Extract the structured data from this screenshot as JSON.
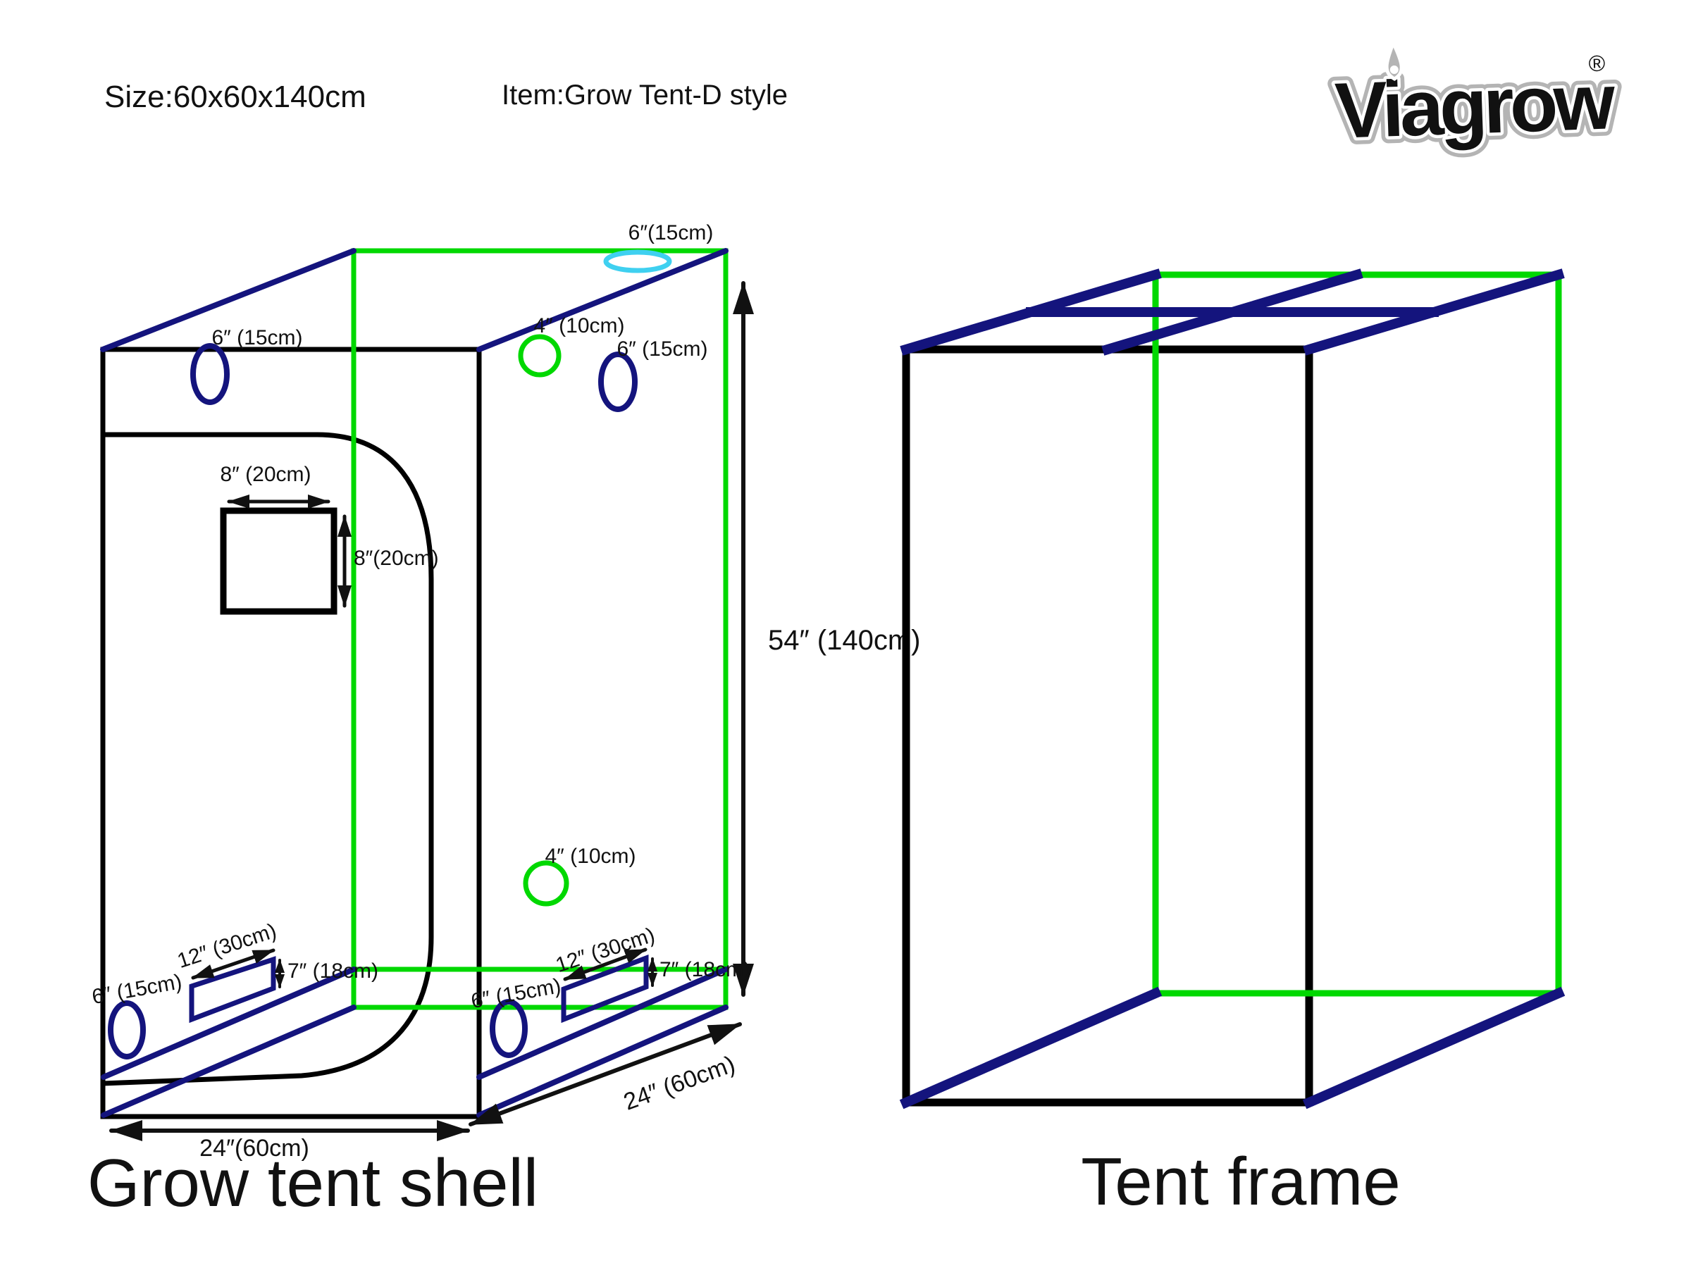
{
  "header": {
    "size_label": "Size:60x60x140cm",
    "item_label": "Item:Grow Tent-D style"
  },
  "logo": {
    "brand": "Viagrow",
    "registered_mark": "®"
  },
  "colors": {
    "background": "#ffffff",
    "outline_black": "#000000",
    "frame_green": "#00d800",
    "frame_navy": "#14147d",
    "vent_cyan": "#3fd0f0",
    "logo_gray_outline": "#b4b4b4",
    "logo_gray_fill": "#d9d9d9",
    "text_black": "#111111"
  },
  "shell": {
    "caption": "Grow tent shell",
    "labels": {
      "top_vent": "6″(15cm)",
      "front_top_vent": "6″ (15cm)",
      "side_top_vent_small": "4″ (10cm)",
      "side_top_vent": "6″ (15cm)",
      "window_width": "8″ (20cm)",
      "window_height": "8″(20cm)",
      "height": "54″ (140cm)",
      "side_bottom_vent_small": "4″ (10cm)",
      "front_flap_width": "12″ (30cm)",
      "front_flap_height": "7″ (18cm)",
      "front_bottom_vent": "6″ (15cm)",
      "side_flap_width": "12″ (30cm)",
      "side_flap_height": "7″ (18cm)",
      "side_bottom_vent": "6″ (15cm)",
      "width": "24″(60cm)",
      "depth": "24″ (60cm)"
    }
  },
  "frame": {
    "caption": "Tent frame"
  }
}
